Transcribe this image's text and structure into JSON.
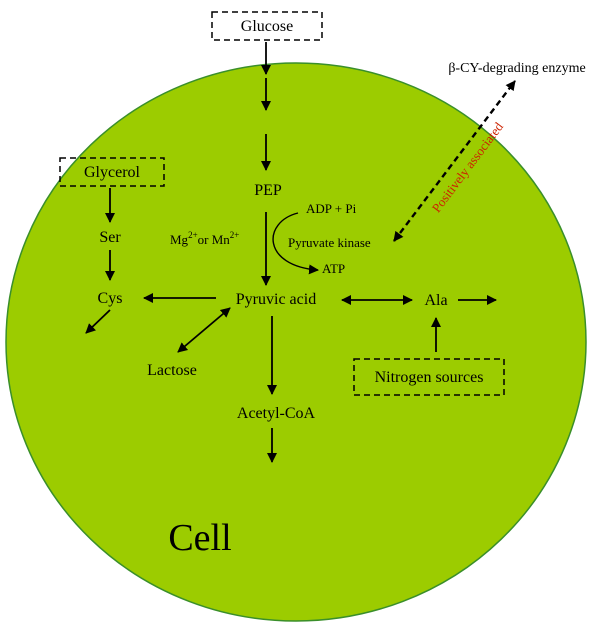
{
  "diagram": {
    "cell_label": "Cell",
    "colors": {
      "cell_fill": "#9ccc00",
      "cell_stroke": "#3a8f2a",
      "line": "#000000",
      "annotation": "#cc2200"
    },
    "nodes": {
      "glucose": "Glucose",
      "glycerol": "Glycerol",
      "pep": "PEP",
      "ser": "Ser",
      "cys": "Cys",
      "pyruvic_acid": "Pyruvic acid",
      "ala": "Ala",
      "lactose": "Lactose",
      "acetyl_coa": "Acetyl-CoA",
      "nitrogen_sources": "Nitrogen sources",
      "enzyme": "β-CY-degrading enzyme"
    },
    "enzyme_reaction": {
      "cofactor_prefix": "Mg",
      "cofactor_sup1": "2+",
      "cofactor_mid": "or Mn",
      "cofactor_sup2": "2+",
      "adp_pi": "ADP + Pi",
      "kinase": "Pyruvate kinase",
      "atp": "ATP"
    },
    "association_label": "Positively associated"
  }
}
